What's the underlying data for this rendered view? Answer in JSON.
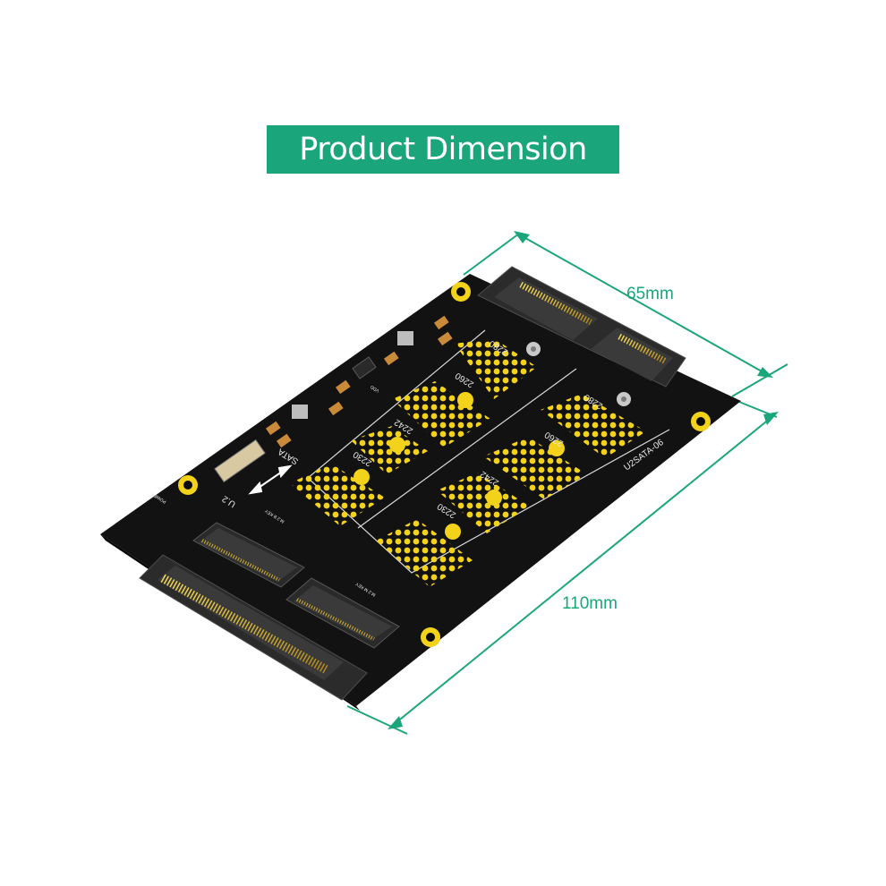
{
  "banner": {
    "title": "Product Dimension"
  },
  "dimensions": {
    "width": "65mm",
    "length": "110mm"
  },
  "board": {
    "model": "U2SATA-06",
    "lengths": [
      "2280",
      "2260",
      "2242",
      "2230"
    ],
    "ports": {
      "sata": "SATA",
      "u2": "U.2"
    },
    "keys": {
      "b_key": "M.2 B KEY",
      "m_key": "M.2 M KEY"
    },
    "labels": {
      "power": "POWER",
      "vdd": "VDD"
    }
  },
  "colors": {
    "accent": "#1aa67a",
    "board": "#141414",
    "gold": "#f2d21a",
    "connector": "#2c2c2c",
    "pin": "#d8b22a"
  }
}
